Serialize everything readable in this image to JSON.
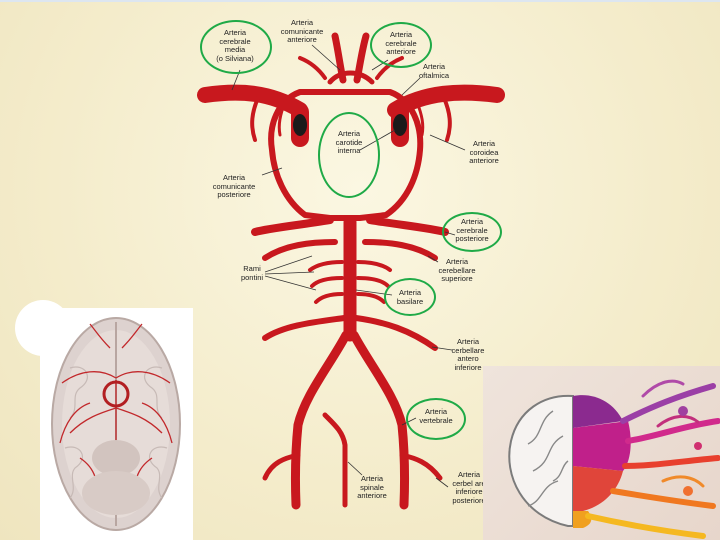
{
  "labels": {
    "arteria_cerebrale_media": "Arteria\ncerebrale\nmedia\n(o Silviana)",
    "arteria_comunicante_anteriore": "Arteria\ncomunicante\nanteriore",
    "arteria_cerebrale_anteriore": "Arteria\ncerebrale\nanteriore",
    "arteria_oftalmica": "Arteria\noftalmica",
    "arteria_carotide_interna": "Arteria\ncarotide\ninterna",
    "arteria_coroidea_anteriore": "Arteria\ncoroidea\nanteriore",
    "arteria_comunicante_posteriore": "Arteria\ncomunicante\nposteriore",
    "arteria_cerebrale_posteriore": "Arteria\ncerebrale\nposteriore",
    "rami_pontini": "Rami\npontini",
    "arteria_cerebellare_superiore": "Arteria\ncerebellare\nsuperiore",
    "arteria_basilare": "Arteria\nbasilare",
    "arteria_cerebellare_antero_inferiore": "Arteria\ncerbellare\nantero\ninferiore",
    "arteria_vertebrale": "Arteria\nvertebrale",
    "arteria_spinale_anteriore": "Arteria\nspinale\nanteriore",
    "arteria_cerebellare_postero_inferiore": "Arteria\ncerbel are\ninferiore\nposteriore"
  },
  "colors": {
    "artery": "#c8181e",
    "highlight_ring": "#1faa47",
    "leader": "#333333"
  }
}
